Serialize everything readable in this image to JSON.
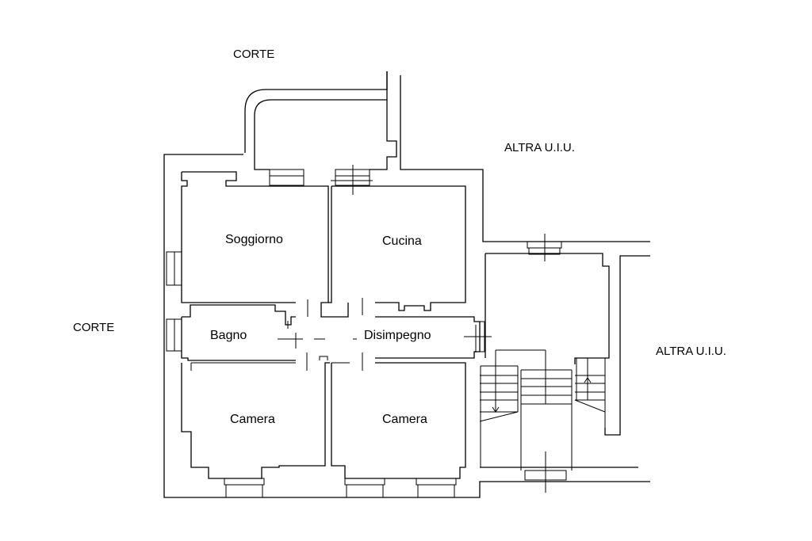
{
  "areas": {
    "corte_top": "CORTE",
    "corte_left": "CORTE",
    "altra_top": "ALTRA U.I.U.",
    "altra_right": "ALTRA U.I.U."
  },
  "rooms": {
    "soggiorno": "Soggiorno",
    "cucina": "Cucina",
    "bagno": "Bagno",
    "disimpegno": "Disimpegno",
    "camera_left": "Camera",
    "camera_right": "Camera"
  }
}
